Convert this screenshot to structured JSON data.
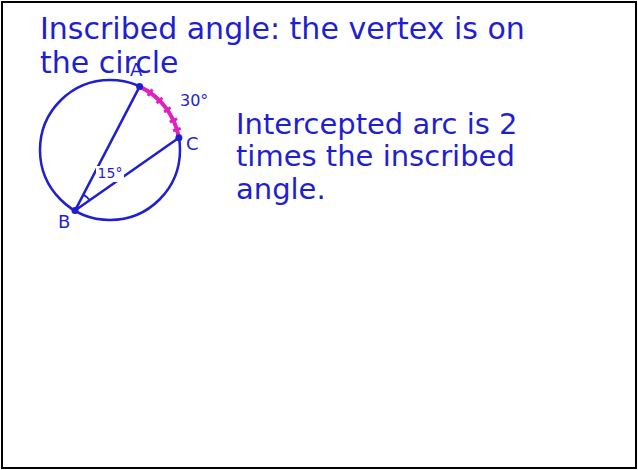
{
  "diagram": {
    "labels": [
      "Inscribed angle: the vertex is on the circle",
      "A",
      "30°",
      "C",
      "15°",
      "B",
      "Intercepted arc is 2 times the inscribed angle."
    ]
  }
}
